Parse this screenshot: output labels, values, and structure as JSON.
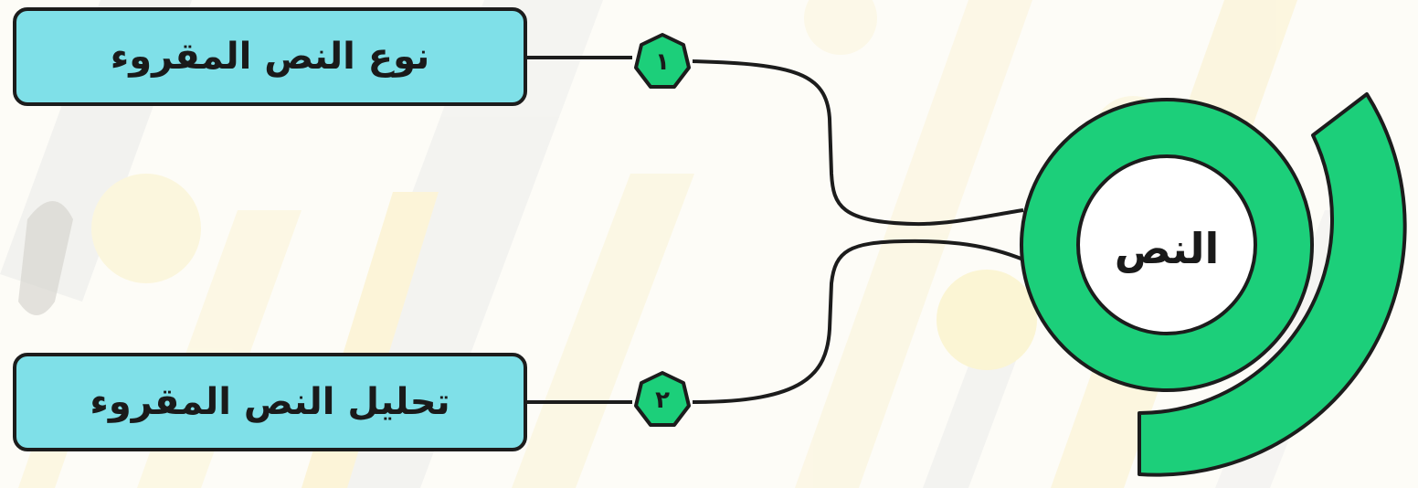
{
  "center": {
    "label": "النص"
  },
  "branches": [
    {
      "number": "١",
      "label": "نوع النص المقروء"
    },
    {
      "number": "٢",
      "label": "تحليل النص المقروء"
    }
  ],
  "colors": {
    "box_fill": "#7fe0e8",
    "ring_fill": "#1ccf7a",
    "outline": "#1c1c1c",
    "background": "#fdfcf7"
  }
}
